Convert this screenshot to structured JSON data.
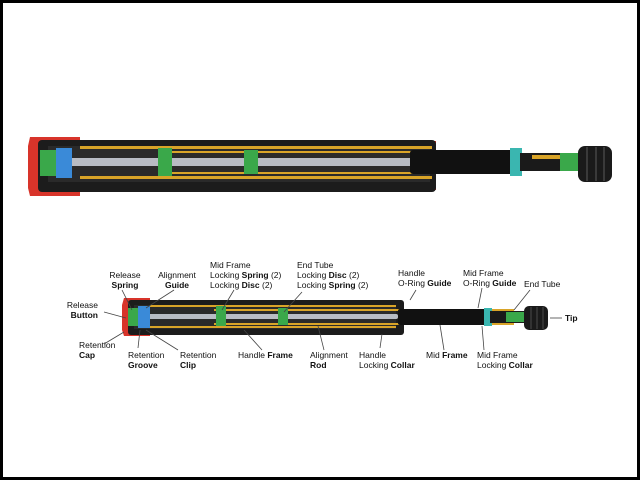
{
  "labels": {
    "release_spring": {
      "line1": "Release",
      "line2": "Spring"
    },
    "alignment_guide": {
      "line1": "Alignment",
      "line2": "Guide"
    },
    "mid_frame_locking": {
      "line1": "Mid Frame",
      "line2a": "Locking ",
      "line2b": "Spring",
      "line2c": " (2)",
      "line3a": "Locking ",
      "line3b": "Disc",
      "line3c": " (2)"
    },
    "end_tube_locking": {
      "line1": "End Tube",
      "line2a": "Locking ",
      "line2b": "Disc",
      "line2c": " (2)",
      "line3a": "Locking ",
      "line3b": "Spring",
      "line3c": " (2)"
    },
    "handle_oring_guide": {
      "line1": "Handle",
      "line2a": "O-Ring ",
      "line2b": "Guide"
    },
    "mid_frame_oring_guide": {
      "line1": "Mid Frame",
      "line2a": "O-Ring ",
      "line2b": "Guide"
    },
    "end_tube": {
      "line1": "End Tube"
    },
    "tip": {
      "line1": "Tip"
    },
    "release_button": {
      "line1": "Release",
      "line2": "Button"
    },
    "retention_cap": {
      "line1": "Retention",
      "line2": "Cap"
    },
    "retention_groove": {
      "line1": "Retention",
      "line2": "Groove"
    },
    "retention_clip": {
      "line1": "Retention",
      "line2": "Clip"
    },
    "handle_frame": {
      "line1a": "Handle ",
      "line1b": "Frame"
    },
    "alignment_rod": {
      "line1": "Alignment",
      "line2": "Rod"
    },
    "handle_locking_collar": {
      "line1": "Handle",
      "line2a": "Locking ",
      "line2b": "Collar"
    },
    "mid_frame": {
      "line1a": "Mid ",
      "line1b": "Frame"
    },
    "mid_frame_locking_collar": {
      "line1": "Mid Frame",
      "line2a": "Locking ",
      "line2b": "Collar"
    }
  },
  "colors": {
    "handle_red": "#d8342a",
    "body_black": "#1c1c1c",
    "gold_frame": "#d9a428",
    "spring_green": "#3aa84a",
    "guide_teal": "#3ab6b0",
    "guide_blue": "#3a8ad8",
    "rod_silver": "#b8bcc4"
  }
}
